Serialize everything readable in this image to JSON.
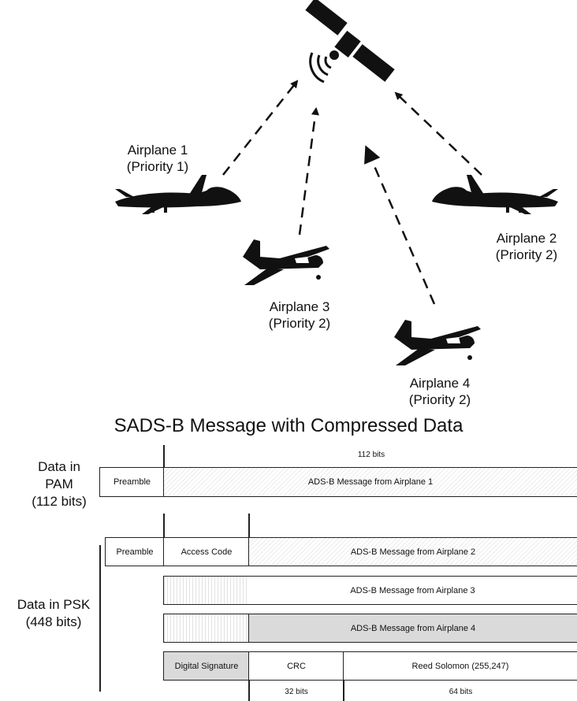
{
  "scene": {
    "airplane1": {
      "name": "Airplane 1",
      "priority": "(Priority 1)"
    },
    "airplane2": {
      "name": "Airplane 2",
      "priority": "(Priority 2)"
    },
    "airplane3": {
      "name": "Airplane 3",
      "priority": "(Priority 2)"
    },
    "airplane4": {
      "name": "Airplane 4",
      "priority": "(Priority 2)"
    }
  },
  "title": "SADS-B Message with Compressed Data",
  "pam": {
    "label_line1": "Data in",
    "label_line2": "PAM",
    "label_line3": "(112 bits)",
    "bits_label": "112 bits",
    "preamble": "Preamble",
    "message": "ADS-B Message from Airplane 1"
  },
  "psk": {
    "label_line1": "Data in PSK",
    "label_line2": "(448 bits)",
    "preamble": "Preamble",
    "access_code": "Access Code",
    "msg2": "ADS-B Message from Airplane 2",
    "msg3": "ADS-B Message from Airplane 3",
    "msg4": "ADS-B Message from Airplane 4",
    "digital_signature": "Digital Signature",
    "crc": "CRC",
    "reed_solomon": "Reed Solomon (255,247)",
    "crc_bits": "32 bits",
    "rs_bits": "64 bits"
  }
}
